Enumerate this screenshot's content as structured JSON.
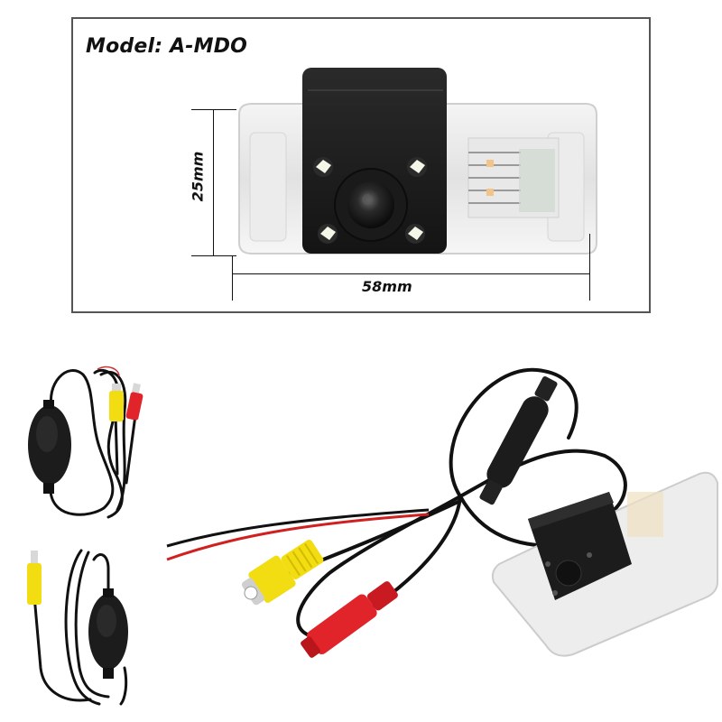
{
  "spec_panel": {
    "model_label": "Model: A-MDO",
    "height_dimension": "25mm",
    "width_dimension": "58mm",
    "border_color": "#555555"
  },
  "product_photos": [
    {
      "name": "camera-module-front-view",
      "description": "Black square camera with 4 white LEDs and center lens on clear license-plate light housing"
    },
    {
      "name": "wireless-transmitter-kit",
      "description": "Black oval wireless module with cable, yellow RCA and red DC power plugs"
    },
    {
      "name": "wireless-receiver-kit",
      "description": "Black oval wireless module with cable and yellow RCA plug"
    },
    {
      "name": "camera-with-cable-assembly",
      "description": "Camera on clear housing with black cable, ferrite core, yellow RCA, red DC plug and red/black wires"
    }
  ],
  "colors": {
    "camera_body": "#1c1c1c",
    "led": "#f4f6e8",
    "rca_yellow": "#f2dc12",
    "dc_red": "#e0242a",
    "cable": "#111111"
  }
}
